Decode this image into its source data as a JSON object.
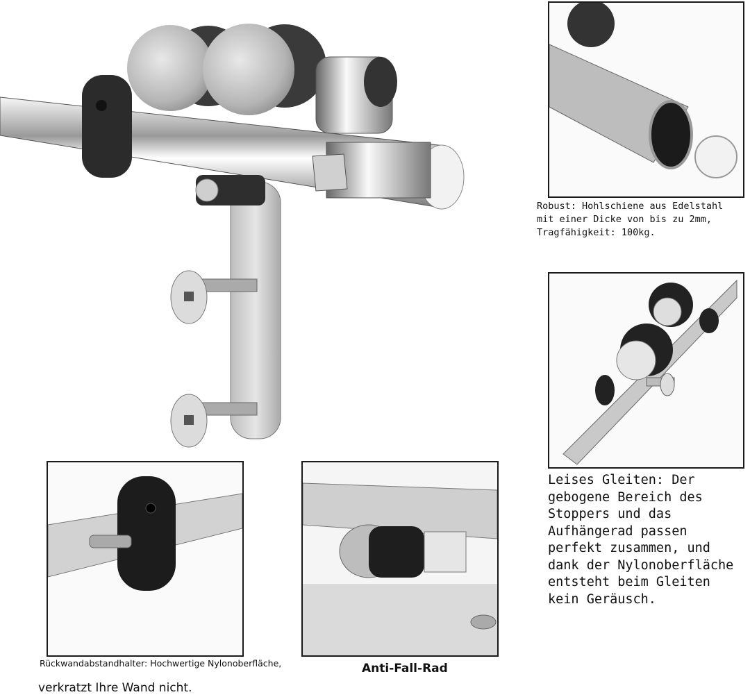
{
  "captions": {
    "robust": "Robust: Hohlschiene aus Edelstahl mit einer Dicke von bis zu 2mm, Tragfähigkeit: 100kg.",
    "leises_gleiten": "Leises Gleiten: Der gebogene Bereich des Stoppers und das Aufhängerad passen perfekt zusammen, und dank der Nylonoberfläche entsteht beim Gleiten kein Geräusch.",
    "rueckwand_line1": "Rückwandabstandhalter: Hochwertige Nylonoberfläche,",
    "rueckwand_line2": "verkratzt Ihre Wand nicht.",
    "anti_fall": "Anti-Fall-Rad"
  }
}
